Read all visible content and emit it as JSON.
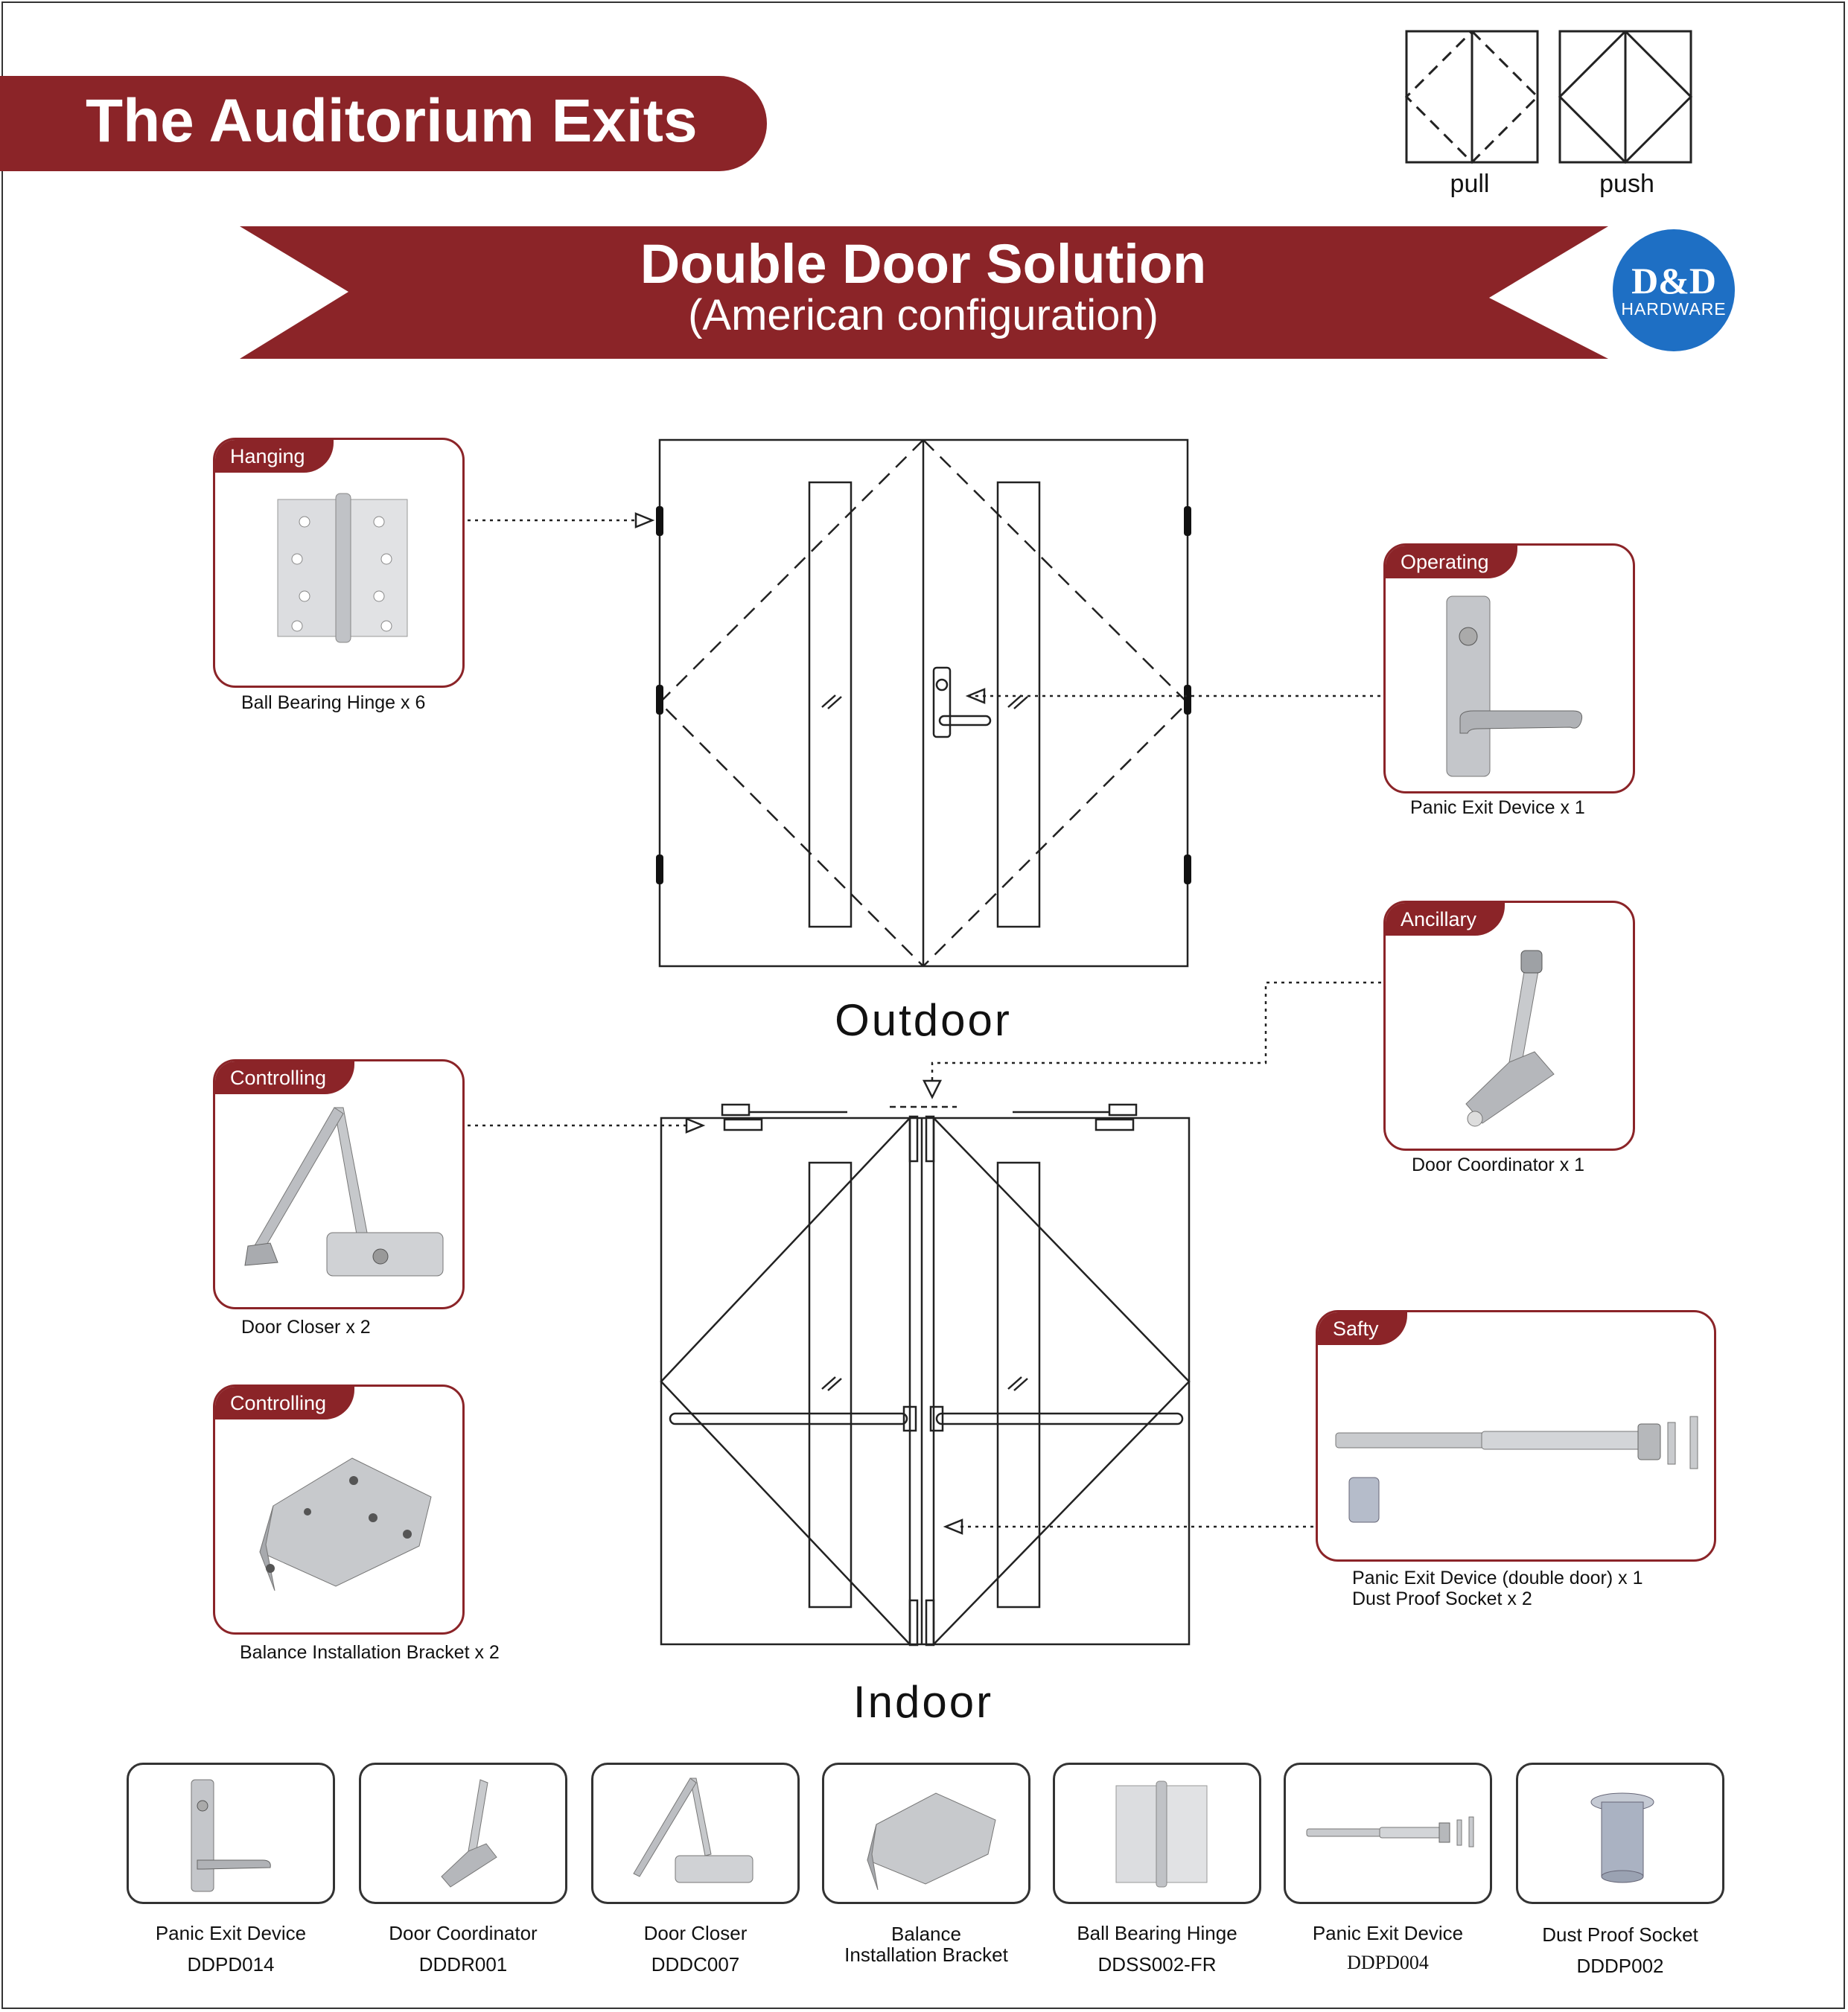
{
  "header": {
    "title": "The Auditorium Exits",
    "legend": {
      "pull_label": "pull",
      "push_label": "push"
    }
  },
  "ribbon": {
    "title": "Double Door Solution",
    "subtitle": "(American configuration)"
  },
  "logo": {
    "main": "D&D",
    "sub": "HARDWARE",
    "color": "#1e6fc4"
  },
  "colors": {
    "brand": "#8b2428"
  },
  "cards": {
    "hanging": {
      "tag": "Hanging",
      "caption": "Ball Bearing Hinge x 6",
      "icon": "hinge-icon"
    },
    "operating": {
      "tag": "Operating",
      "caption": "Panic Exit Device  x 1",
      "icon": "lever-handle-icon"
    },
    "ancillary": {
      "tag": "Ancillary",
      "caption": "Door Coordinator x 1",
      "icon": "coordinator-icon"
    },
    "controlling1": {
      "tag": "Controlling",
      "caption": "Door Closer x 2",
      "icon": "door-closer-icon"
    },
    "controlling2": {
      "tag": "Controlling",
      "caption": "Balance Installation Bracket x 2",
      "icon": "bracket-icon"
    },
    "safety": {
      "tag": "Safty",
      "caption1": "Panic  Exit  Device (double  door)  x 1",
      "caption2": "Dust  Proof Socket  x 2",
      "icon": "panic-bar-icon"
    }
  },
  "views": {
    "outdoor": "Outdoor",
    "indoor": "Indoor"
  },
  "products": [
    {
      "name": "Panic Exit Device",
      "code": "DDPD014"
    },
    {
      "name": "Door Coordinator",
      "code": "DDDR001"
    },
    {
      "name": "Door Closer",
      "code": "DDDC007"
    },
    {
      "name1": "Balance",
      "name2": "Installation Bracket"
    },
    {
      "name": "Ball Bearing Hinge",
      "code": "DDSS002-FR"
    },
    {
      "name": "Panic Exit Device",
      "code": "DDPD004"
    },
    {
      "name": "Dust Proof Socket",
      "code": "DDDP002"
    }
  ]
}
